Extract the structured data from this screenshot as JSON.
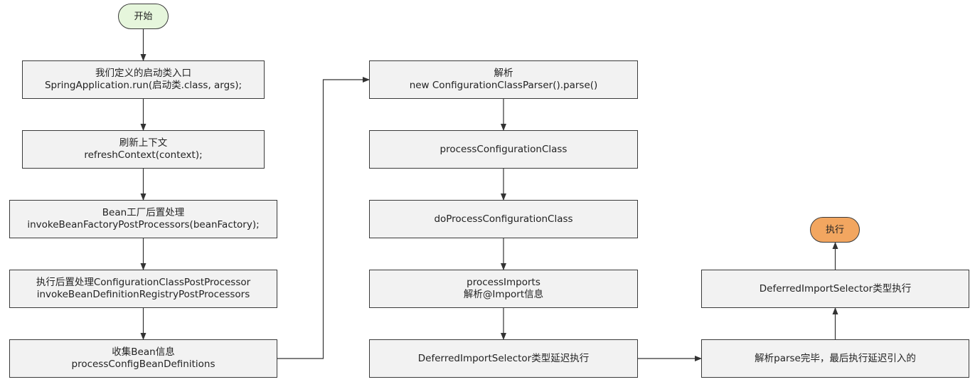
{
  "diagram": {
    "nodes": [
      {
        "id": "start",
        "lines": [
          "开始"
        ]
      },
      {
        "id": "n1",
        "lines": [
          "我们定义的启动类入口",
          "SpringApplication.run(启动类.class, args);"
        ]
      },
      {
        "id": "n2",
        "lines": [
          "刷新上下文",
          "refreshContext(context);"
        ]
      },
      {
        "id": "n3",
        "lines": [
          "Bean工厂后置处理",
          "invokeBeanFactoryPostProcessors(beanFactory);"
        ]
      },
      {
        "id": "n4",
        "lines": [
          "执行后置处理ConfigurationClassPostProcessor",
          "invokeBeanDefinitionRegistryPostProcessors"
        ]
      },
      {
        "id": "n5",
        "lines": [
          "收集Bean信息",
          "processConfigBeanDefinitions"
        ]
      },
      {
        "id": "m1",
        "lines": [
          "解析",
          "new ConfigurationClassParser().parse()"
        ]
      },
      {
        "id": "m2",
        "lines": [
          "processConfigurationClass"
        ]
      },
      {
        "id": "m3",
        "lines": [
          "doProcessConfigurationClass"
        ]
      },
      {
        "id": "m4",
        "lines": [
          "processImports",
          "解析@Import信息"
        ]
      },
      {
        "id": "m5",
        "lines": [
          "DeferredImportSelector类型延迟执行"
        ]
      },
      {
        "id": "r1",
        "lines": [
          "解析parse完毕，最后执行延迟引入的"
        ]
      },
      {
        "id": "r2",
        "lines": [
          "DeferredImportSelector类型执行"
        ]
      },
      {
        "id": "end",
        "lines": [
          "执行"
        ]
      }
    ],
    "edges": [
      [
        "start",
        "n1"
      ],
      [
        "n1",
        "n2"
      ],
      [
        "n2",
        "n3"
      ],
      [
        "n3",
        "n4"
      ],
      [
        "n4",
        "n5"
      ],
      [
        "n5",
        "m1"
      ],
      [
        "m1",
        "m2"
      ],
      [
        "m2",
        "m3"
      ],
      [
        "m3",
        "m4"
      ],
      [
        "m4",
        "m5"
      ],
      [
        "m5",
        "r1"
      ],
      [
        "r1",
        "r2"
      ],
      [
        "r2",
        "end"
      ]
    ]
  }
}
